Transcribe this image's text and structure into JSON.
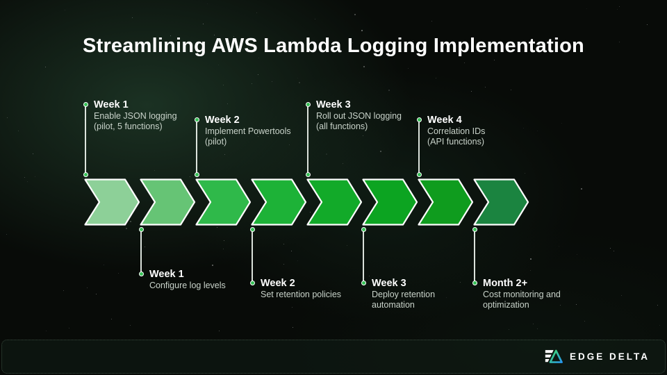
{
  "title": "Streamlining AWS Lambda Logging Implementation",
  "timeline": {
    "chevron_colors": [
      "#8dd098",
      "#66c475",
      "#2fb94a",
      "#1db237",
      "#12aa29",
      "#0ca421",
      "#0f9c1e",
      "#1b8440"
    ],
    "chevron_outline_color": "#ffffff",
    "connector_dot_color": "#35c155",
    "milestones_top": [
      {
        "title": "Week 1",
        "lines": [
          "Enable JSON logging",
          "(pilot, 5 functions)"
        ]
      },
      {
        "title": "Week 2",
        "lines": [
          "Implement Powertools",
          "(pilot)"
        ]
      },
      {
        "title": "Week 3",
        "lines": [
          "Roll out JSON logging",
          "(all functions)"
        ]
      },
      {
        "title": "Week 4",
        "lines": [
          "Correlation IDs",
          "(API functions)"
        ]
      }
    ],
    "milestones_bottom": [
      {
        "title": "Week 1",
        "lines": [
          "Configure log levels"
        ]
      },
      {
        "title": "Week 2",
        "lines": [
          "Set retention policies"
        ]
      },
      {
        "title": "Week 3",
        "lines": [
          "Deploy retention",
          "automation"
        ]
      },
      {
        "title": "Month 2+",
        "lines": [
          "Cost monitoring and",
          "optimization"
        ]
      }
    ]
  },
  "footer": {
    "brand": "EDGE DELTA",
    "logo_gradient_from": "#41de62",
    "logo_gradient_to": "#2797f0"
  }
}
